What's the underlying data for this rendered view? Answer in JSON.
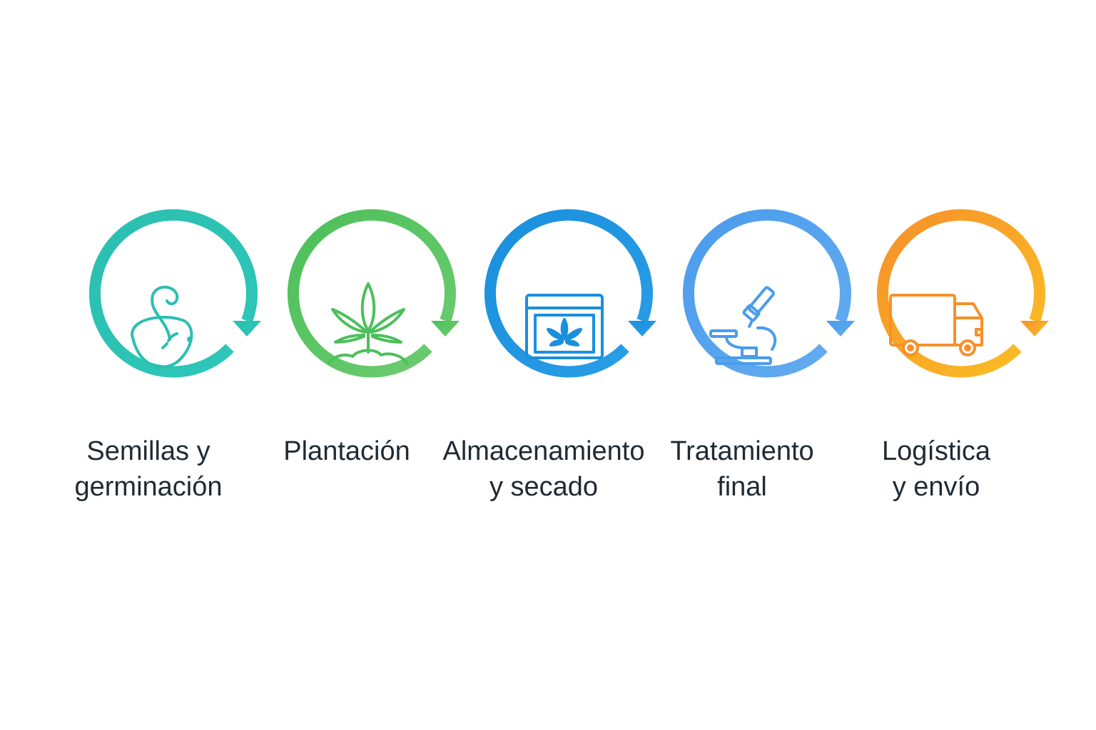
{
  "steps": [
    {
      "line1": "Semillas y",
      "line2": "germinación",
      "icon": "seed-sprout-icon",
      "color_start": "#2bbfb0",
      "color_end": "#2dc7b9"
    },
    {
      "line1": "Plantación",
      "line2": "",
      "icon": "cannabis-plant-icon",
      "color_start": "#4cbf5a",
      "color_end": "#6dcc70"
    },
    {
      "line1": "Almacenamiento",
      "line2": "y secado",
      "icon": "storage-window-icon",
      "color_start": "#1a8fdc",
      "color_end": "#2a9ee6"
    },
    {
      "line1": "Tratamiento",
      "line2": "final",
      "icon": "microscope-icon",
      "color_start": "#4a9cec",
      "color_end": "#64acf0"
    },
    {
      "line1": "Logística",
      "line2": "y envío",
      "icon": "delivery-truck-icon",
      "color_start": "#f7902a",
      "color_end": "#fbbf24"
    }
  ]
}
